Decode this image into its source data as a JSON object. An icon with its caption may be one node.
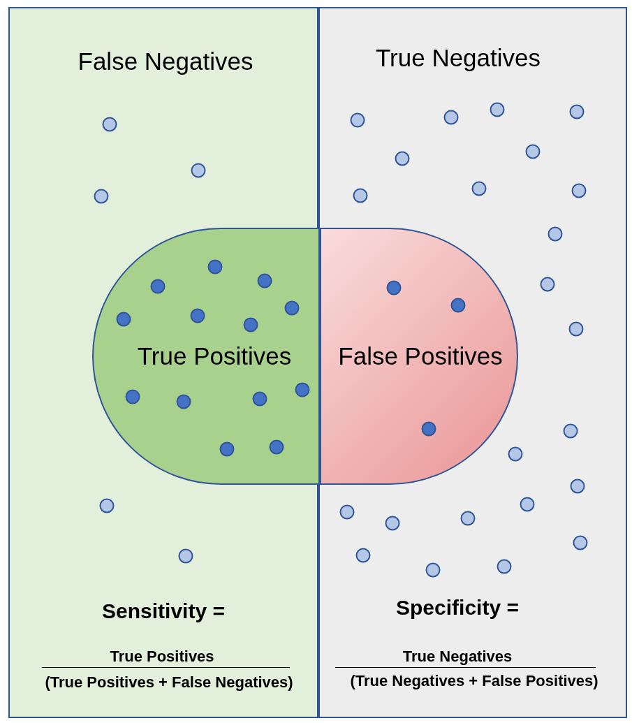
{
  "diagram": {
    "nodes": [
      {
        "text": [
          "False Negatives"
        ]
      },
      {
        "text": [
          "True Negatives"
        ]
      },
      {
        "text": [
          "True Positives"
        ],
        "in": 0
      },
      {
        "text": [
          "False Positives"
        ],
        "in": 1
      }
    ],
    "edges": [],
    "labels": [
      "Sensitivity =",
      "True Positives",
      "(True Positives + False Negatives)",
      "Specificity =",
      "True Negatives",
      "(True Negatives + False Positives)"
    ]
  }
}
